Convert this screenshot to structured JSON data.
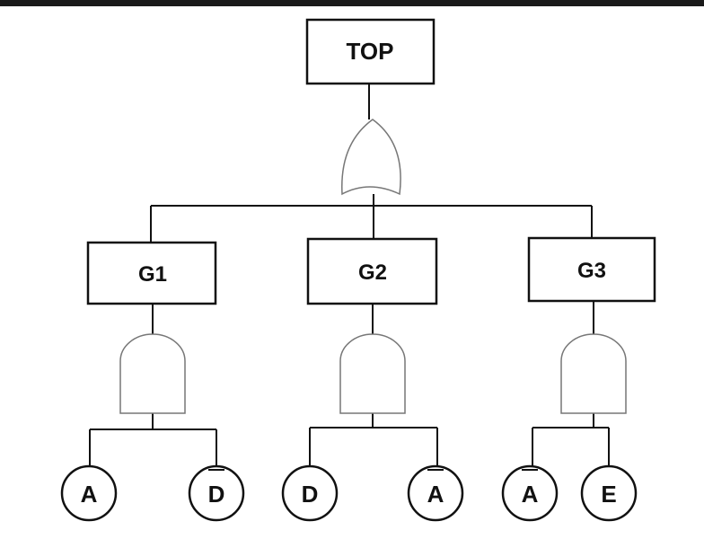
{
  "diagram": {
    "top_event": {
      "label": "TOP",
      "gate": "or"
    },
    "intermediate_events": [
      {
        "label": "G1",
        "gate": "and",
        "inputs": [
          {
            "label": "A",
            "negated": false
          },
          {
            "label": "D",
            "negated": true
          }
        ]
      },
      {
        "label": "G2",
        "gate": "and",
        "inputs": [
          {
            "label": "D",
            "negated": false
          },
          {
            "label": "A",
            "negated": true
          }
        ]
      },
      {
        "label": "G3",
        "gate": "and",
        "inputs": [
          {
            "label": "A",
            "negated": true
          },
          {
            "label": "E",
            "negated": false
          }
        ]
      }
    ]
  },
  "colors": {
    "stroke": "#111111",
    "gate_stroke": "#777777",
    "background": "#ffffff",
    "top_bar": "#1a1a1a"
  }
}
